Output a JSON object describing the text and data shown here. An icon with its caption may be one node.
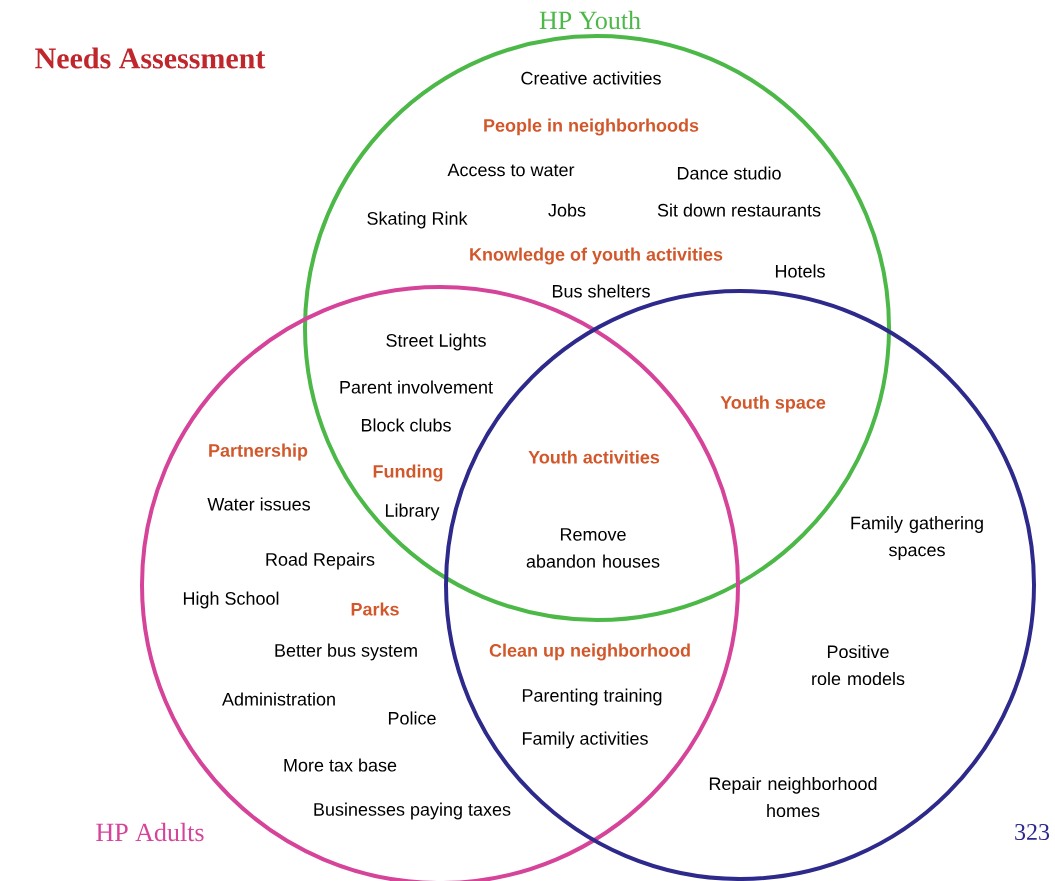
{
  "diagram": {
    "title": "Needs Assessment",
    "nodes": [
      {
        "text": [
          "HP Youth"
        ]
      },
      {
        "text": [
          "HP Adults"
        ]
      },
      {
        "text": [],
        "shape": "circle"
      }
    ],
    "labels": [
      "Creative activities",
      "People in neighborhoods",
      "Access to water",
      "Dance studio",
      "Jobs",
      "Sit down restaurants",
      "Skating Rink",
      "Knowledge of youth activities",
      "Hotels",
      "Bus shelters",
      "Street Lights",
      "Parent involvement",
      "Youth space",
      "Block clubs",
      "Partnership",
      "Youth activities",
      "Funding",
      "Water issues",
      "Library",
      "Family gathering spaces",
      "Remove abandon houses",
      "Road Repairs",
      "High School",
      "Parks",
      "Better bus system",
      "Clean up neighborhood",
      "Positive role models",
      "Parenting training",
      "Administration",
      "Police",
      "Family activities",
      "More tax base",
      "Repair neighborhood homes",
      "Businesses paying taxes",
      "323"
    ]
  }
}
